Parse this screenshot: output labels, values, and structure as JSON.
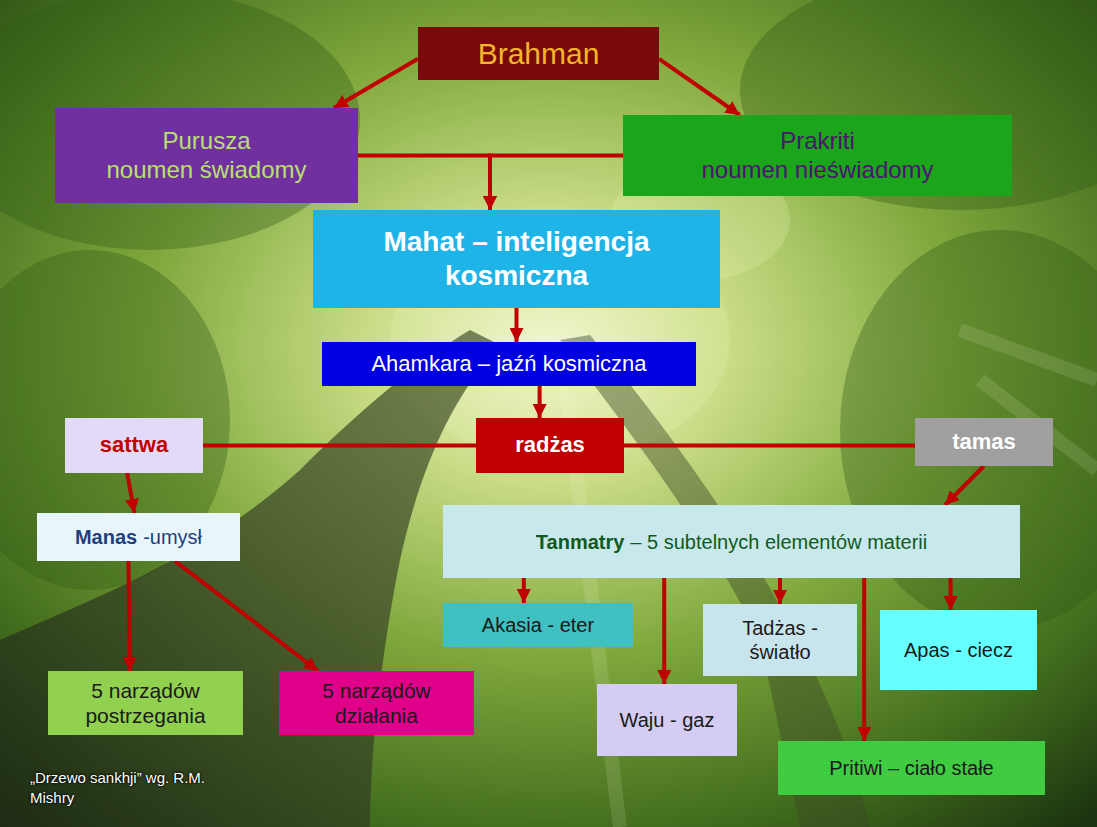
{
  "diagram": {
    "nodes": [
      {
        "text": [
          "Brahman"
        ]
      },
      {
        "text": [
          "Purusza",
          "noumen świadomy"
        ]
      },
      {
        "text": [
          "Prakriti",
          "noumen nieświadomy"
        ]
      },
      {
        "text": [
          "Mahat – inteligencja kosmiczna"
        ]
      },
      {
        "text": [
          "Ahamkara – jaźń kosmiczna"
        ]
      },
      {
        "text": [
          "sattwa"
        ]
      },
      {
        "text": [
          "radżas"
        ]
      },
      {
        "text": [
          "tamas"
        ]
      },
      {
        "text": [
          "Manas",
          "-umysł"
        ]
      },
      {
        "text": [
          "Tanmatry",
          "– 5 subtelnych elementów materii"
        ]
      },
      {
        "text": [
          "5 narządów postrzegania"
        ]
      },
      {
        "text": [
          "5 narządów działania"
        ]
      },
      {
        "text": [
          "Akasia - eter"
        ]
      },
      {
        "text": [
          "Waju - gaz"
        ]
      },
      {
        "text": [
          "Tadżas - światło"
        ]
      },
      {
        "text": [
          "Apas - ciecz"
        ]
      },
      {
        "text": [
          "Pritiwi – ciało stałe"
        ]
      }
    ],
    "edges": [
      {
        "from": 0,
        "to": 1,
        "arrow": "to"
      },
      {
        "from": 0,
        "to": 2,
        "arrow": "to"
      },
      {
        "from": 1,
        "to": 3,
        "arrow": "to"
      },
      {
        "from": 2,
        "to": 3,
        "arrow": "to"
      },
      {
        "from": 3,
        "to": 4,
        "arrow": "to"
      },
      {
        "from": 4,
        "to": 6,
        "arrow": "to"
      },
      {
        "from": 5,
        "to": 6,
        "arrow": "none"
      },
      {
        "from": 6,
        "to": 7,
        "arrow": "none"
      },
      {
        "from": 5,
        "to": 8,
        "arrow": "to"
      },
      {
        "from": 7,
        "to": 9,
        "arrow": "to"
      },
      {
        "from": 8,
        "to": 10,
        "arrow": "to"
      },
      {
        "from": 8,
        "to": 11,
        "arrow": "to"
      },
      {
        "from": 9,
        "to": 12,
        "arrow": "to"
      },
      {
        "from": 9,
        "to": 13,
        "arrow": "to"
      },
      {
        "from": 9,
        "to": 14,
        "arrow": "to"
      },
      {
        "from": 9,
        "to": 15,
        "arrow": "to"
      },
      {
        "from": 9,
        "to": 16,
        "arrow": "to"
      }
    ],
    "labels": [
      "„Drzewo sankhji” wg. R.M. Mishry"
    ]
  }
}
